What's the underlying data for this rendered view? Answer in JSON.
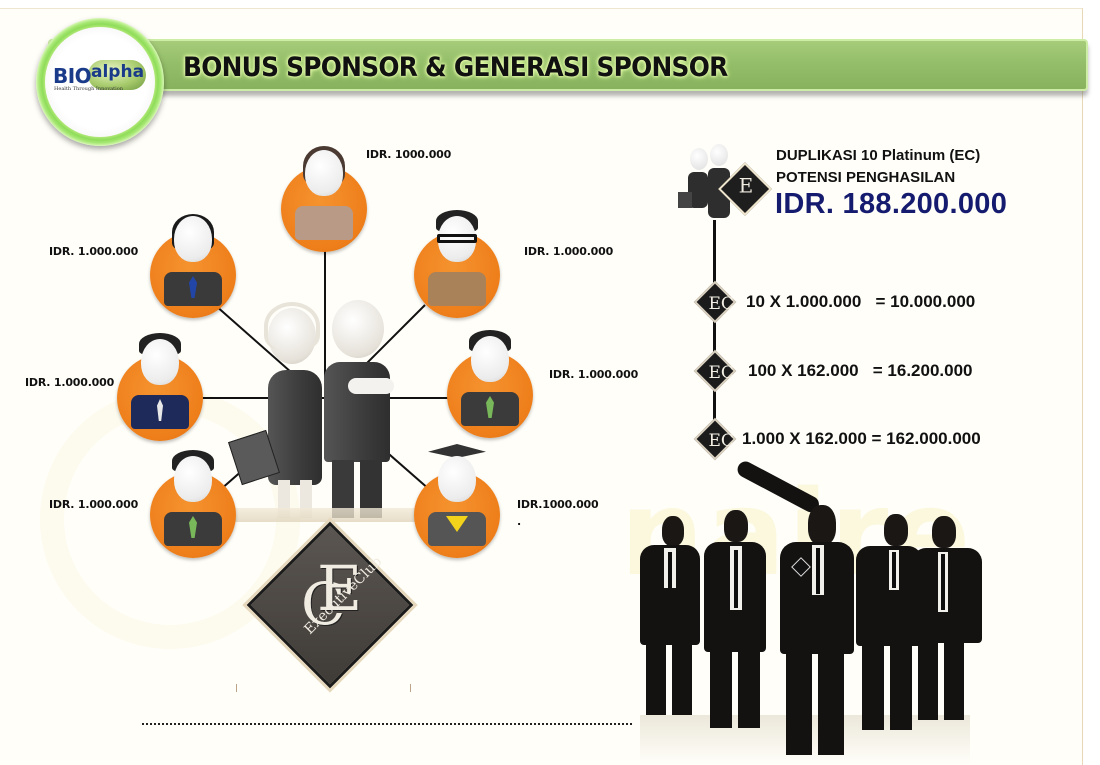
{
  "slide": {
    "title": "BONUS SPONSOR & GENERASI SPONSOR",
    "logo": {
      "brand_part1": "BIO",
      "brand_part2": "alpha",
      "tagline": "Health Through Innovation"
    },
    "watermark_text": "naire",
    "colors": {
      "header_green": "#93bd68",
      "logo_ring_green": "#8fdc5a",
      "node_orange": "#ee7e1a",
      "total_navy": "#151b6e",
      "text_black": "#111111"
    }
  },
  "network": {
    "center_label": "ExecutiveClub",
    "center_monogram": "EC",
    "nodes": [
      {
        "position": "top",
        "amount": "IDR. 1000.000",
        "avatar": "woman-long-hair"
      },
      {
        "position": "top-left",
        "amount": "IDR. 1.000.000",
        "avatar": "woman-business"
      },
      {
        "position": "top-right",
        "amount": "IDR. 1.000.000",
        "avatar": "man-glasses"
      },
      {
        "position": "middle-left",
        "amount": "IDR. 1.000.000",
        "avatar": "man-sweater"
      },
      {
        "position": "middle-right",
        "amount": "IDR. 1.000.000",
        "avatar": "man-vest"
      },
      {
        "position": "bottom-left",
        "amount": "IDR. 1.000.000",
        "avatar": "man-vest"
      },
      {
        "position": "bottom-right",
        "amount": "IDR.1000.000",
        "avatar": "graduate",
        "note": "."
      }
    ]
  },
  "duplication": {
    "line1": "DUPLIKASI 10 Platinum (EC)",
    "line2": "POTENSI PENGHASILAN",
    "total": "IDR. 188.200.000",
    "steps": [
      {
        "multiplier": "10 X 1.000.000",
        "result": "= 10.000.000",
        "text": "10 X 1.000.000   = 10.000.000"
      },
      {
        "multiplier": "100 X 162.000",
        "result": "= 16.200.000",
        "text": "100 X 162.000   = 16.200.000"
      },
      {
        "multiplier": "1.000 X 162.000",
        "result": "= 162.000.000",
        "text": "1.000 X 162.000 = 162.000.000"
      }
    ],
    "step_icon": "EC"
  }
}
